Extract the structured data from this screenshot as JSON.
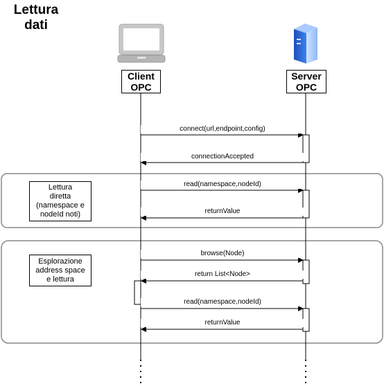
{
  "title": {
    "line1": "Lettura",
    "line2": "dati"
  },
  "actors": {
    "client": {
      "line1": "Client",
      "line2": "OPC",
      "icon": "computer-monitor-icon"
    },
    "server": {
      "line1": "Server",
      "line2": "OPC",
      "icon": "server-tower-icon"
    }
  },
  "messages": {
    "connect": "connect(url,endpoint,config)",
    "connection_accepted": "connectionAccepted",
    "read1": "read(namespace,nodeId)",
    "return_value1": "returnValue",
    "browse": "browse(Node)",
    "return_list": "return List<Node>",
    "read2": "read(namespace,nodeId)",
    "return_value2": "returnValue"
  },
  "notes": {
    "direct_read": {
      "line1": "Lettura",
      "line2": "diretta",
      "line3": "(namespace e",
      "line4": "nodeId noti)"
    },
    "exploration": {
      "line1": "Esplorazione",
      "line2": "address space",
      "line3": "e lettura"
    }
  },
  "colors": {
    "stroke": "#000000",
    "frame": "#888888",
    "server_blue": "#2f6fd6"
  }
}
